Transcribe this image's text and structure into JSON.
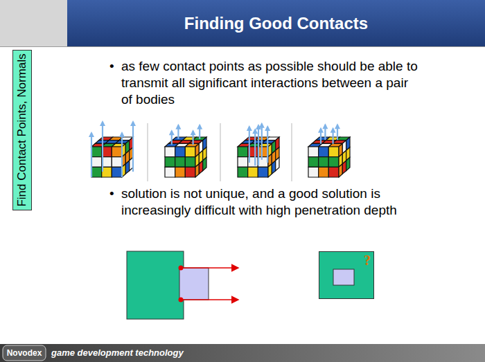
{
  "diagram": {
    "title": "Finding Good Contacts",
    "nodes": [
      {
        "text": [
          "Find Contact Points, Normals"
        ]
      },
      {
        "text": [
          "?"
        ]
      }
    ],
    "labels": [
      "•",
      "as few contact points as possible should be able to transmit all significant interactions between a pair of bodies",
      "•",
      "solution is not unique, and a good solution is increasingly difficult with high penetration depth",
      "Novodex",
      "game development technology"
    ]
  }
}
